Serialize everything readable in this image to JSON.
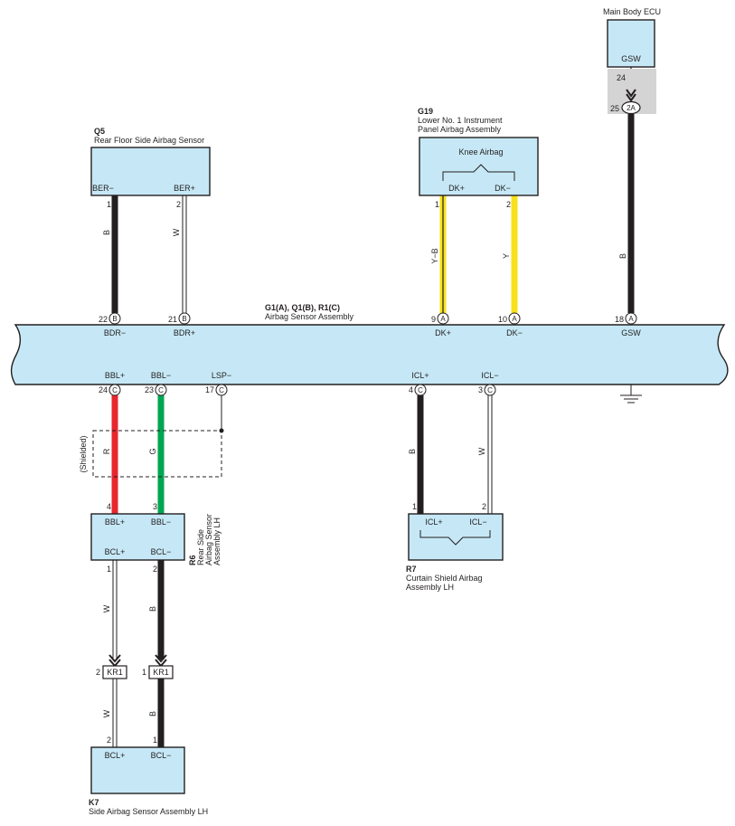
{
  "main_ecu": {
    "title": "Main Body ECU",
    "pin": "GSW",
    "pin_no": "24",
    "conn_no": "25",
    "conn_code": "2A"
  },
  "g19": {
    "code": "G19",
    "name1": "Lower No.  1 Instrument",
    "name2": "Panel Airbag Assembly",
    "inner": "Knee Airbag",
    "pin1": "DK+",
    "pin2": "DK−",
    "no1": "1",
    "no2": "2"
  },
  "q5": {
    "code": "Q5",
    "name": "Rear Floor Side Airbag Sensor",
    "pin1": "BER−",
    "pin2": "BER+",
    "no1": "1",
    "no2": "2"
  },
  "assembly": {
    "title": "G1(A), Q1(B), R1(C)",
    "name": "Airbag Sensor Assembly",
    "top_pins": [
      {
        "no": "22",
        "conn": "B",
        "label": "BDR−"
      },
      {
        "no": "21",
        "conn": "B",
        "label": "BDR+"
      },
      {
        "no": "9",
        "conn": "A",
        "label": "DK+"
      },
      {
        "no": "10",
        "conn": "A",
        "label": "DK−"
      },
      {
        "no": "18",
        "conn": "A",
        "label": "GSW"
      }
    ],
    "bottom_pins": [
      {
        "no": "24",
        "conn": "C",
        "label": "BBL+"
      },
      {
        "no": "23",
        "conn": "C",
        "label": "BBL−"
      },
      {
        "no": "17",
        "conn": "C",
        "label": "LSP−"
      },
      {
        "no": "4",
        "conn": "C",
        "label": "ICL+"
      },
      {
        "no": "3",
        "conn": "C",
        "label": "ICL−"
      }
    ]
  },
  "r6": {
    "code": "R6",
    "name1": "Rear Side",
    "name2": "Airbag Sensor",
    "name3": "Assembly LH",
    "top1": "BBL+",
    "top2": "BBL−",
    "bot1": "BCL+",
    "bot2": "BCL−",
    "no_top1": "4",
    "no_top2": "3",
    "no_bot1": "1",
    "no_bot2": "2"
  },
  "r7": {
    "code": "R7",
    "name1": "Curtain Shield Airbag",
    "name2": "Assembly LH",
    "pin1": "ICL+",
    "pin2": "ICL−",
    "no1": "1",
    "no2": "2"
  },
  "kr1": {
    "code": "KR1",
    "no_left": "2",
    "no_right": "1"
  },
  "k7": {
    "code": "K7",
    "name": "Side Airbag Sensor Assembly LH",
    "pin1": "BCL+",
    "pin2": "BCL−",
    "no1": "2",
    "no2": "1"
  },
  "wires": {
    "q5_1": "B",
    "q5_2": "W",
    "g19_1": "Y−B",
    "g19_2": "Y",
    "gsw": "B",
    "bbl_plus": "R",
    "bbl_minus": "G",
    "icl_plus": "B",
    "icl_minus": "W",
    "bcl_plus": "W",
    "bcl_minus": "B",
    "k7_plus": "W",
    "k7_minus": "B"
  },
  "shielded": "(Shielded)",
  "colors": {
    "box_fill": "#c6e8f6",
    "wire_black": "#231f20",
    "wire_white": "#ffffff",
    "wire_yellow": "#f7e11c",
    "wire_red": "#e8262e",
    "wire_green": "#00a651",
    "ecu_connector_bg": "#d4d4d4"
  }
}
